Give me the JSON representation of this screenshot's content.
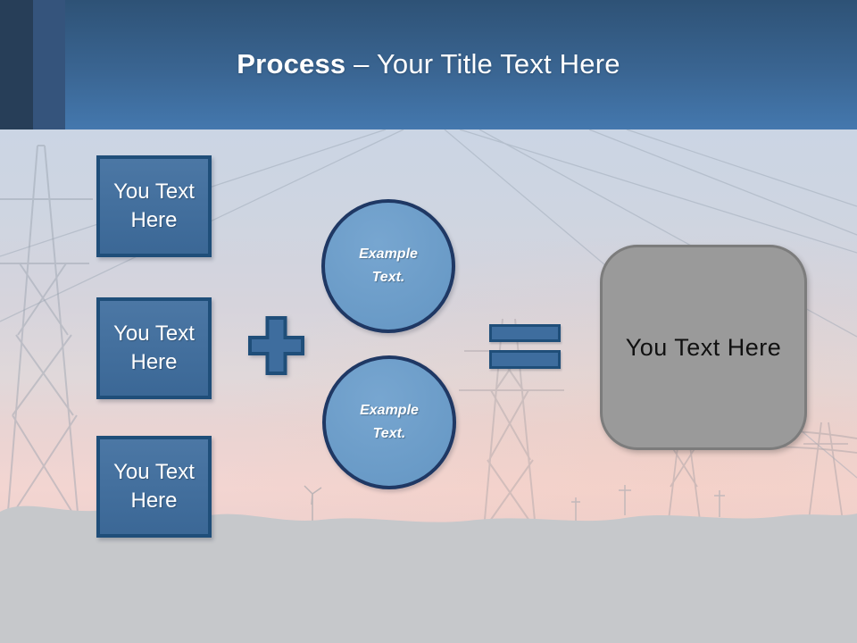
{
  "slide": {
    "header": {
      "title_bold": "Process",
      "title_rest": "– Your Title Text Here"
    },
    "diagram": {
      "input_boxes": [
        {
          "label": "You Text Here"
        },
        {
          "label": "You Text Here"
        },
        {
          "label": "You Text Here"
        }
      ],
      "circles": [
        {
          "label": "Example Text."
        },
        {
          "label": "Example Text."
        }
      ],
      "operators": [
        {
          "icon": "plus-icon"
        },
        {
          "icon": "equals-icon"
        }
      ],
      "result_box": {
        "label": "You Text Here"
      },
      "background_image": "power-line-pylons-at-sunset"
    },
    "colors": {
      "header_top": "#2E5276",
      "header_bottom": "#4478AE",
      "bar_dark": "#273E58",
      "bar_mid": "#35547C",
      "title_text": "#FFFFFF",
      "box_fill": "#3E6D9E",
      "box_border": "#1F4E79",
      "circle_fill": "#689CCB",
      "circle_border": "#1F3864",
      "result_fill": "#9A9A9A",
      "result_border": "#7C7C7C",
      "sky_top": "#CBD5E4",
      "sky_pink": "#F3D5D1",
      "ground": "#C6C8CB"
    }
  }
}
